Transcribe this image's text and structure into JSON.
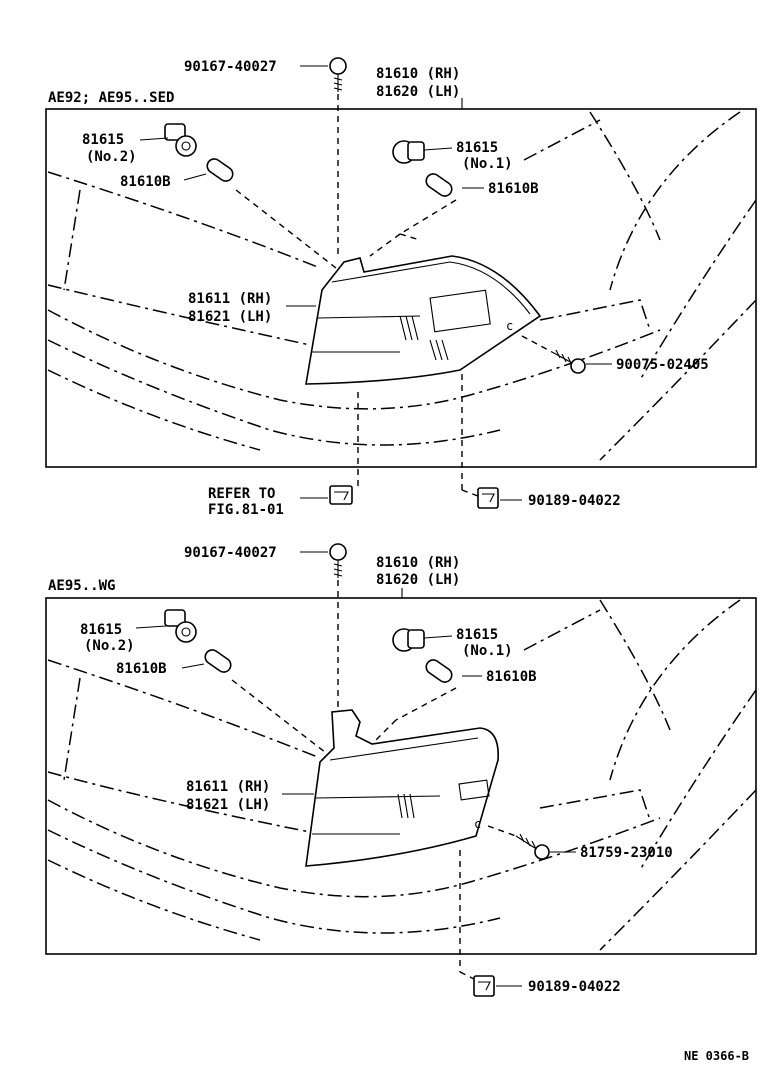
{
  "sections": [
    {
      "model": "AE92; AE95..SED",
      "screw_top": "90167-40027",
      "lamp_assy": [
        "81610 (RH)",
        "81620 (LH)"
      ],
      "socket_left": [
        "81615",
        "(No.2)"
      ],
      "socket_right": [
        "81615",
        "(No.1)"
      ],
      "bulb_left": "81610B",
      "bulb_right": "81610B",
      "lens": [
        "81611 (RH)",
        "81621 (LH)"
      ],
      "side_screw": "90075-02405",
      "refer_clip": [
        "REFER TO",
        "FIG.81-01"
      ],
      "nut_clip": "90189-04022"
    },
    {
      "model": "AE95..WG",
      "screw_top": "90167-40027",
      "lamp_assy": [
        "81610 (RH)",
        "81620 (LH)"
      ],
      "socket_left": [
        "81615",
        "(No.2)"
      ],
      "socket_right": [
        "81615",
        "(No.1)"
      ],
      "bulb_left": "81610B",
      "bulb_right": "81610B",
      "lens": [
        "81611 (RH)",
        "81621 (LH)"
      ],
      "side_screw": "81759-23010",
      "nut_clip": "90189-04022"
    }
  ],
  "footer_code": "NE 0366-B"
}
